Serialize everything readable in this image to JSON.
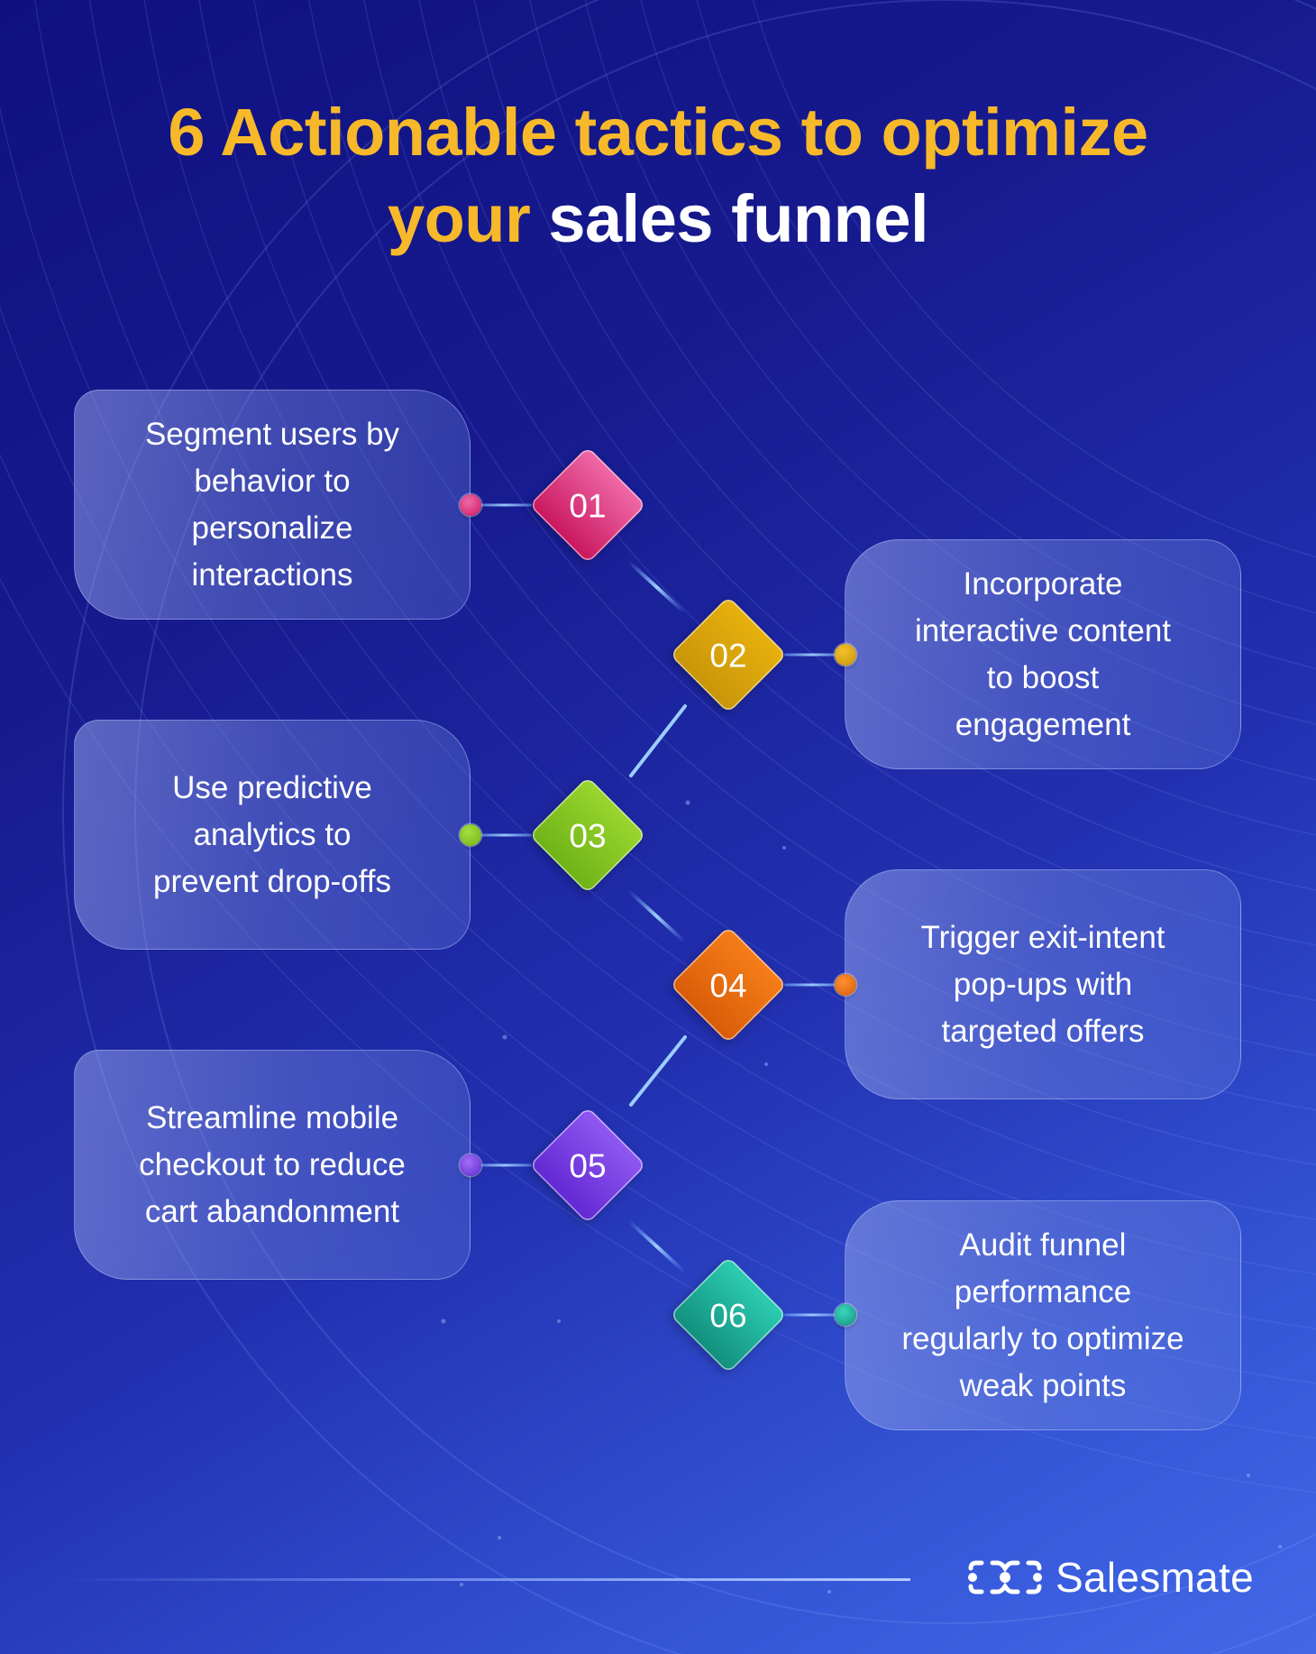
{
  "header": {
    "title_line1": "6 Actionable tactics to optimize",
    "title_line2_accent": "your",
    "title_line2_main": "sales funnel",
    "accent_color": "#f7b92a"
  },
  "steps": [
    {
      "number": "01",
      "text": "Segment users by\nbehavior to\npersonalize\ninteractions",
      "side": "left",
      "color_top": "#c9175d",
      "color_bottom": "#f06aa9"
    },
    {
      "number": "02",
      "text": "Incorporate\ninteractive content\nto boost\nengagement",
      "side": "right",
      "color_top": "#c8950a",
      "color_bottom": "#e8b10c"
    },
    {
      "number": "03",
      "text": "Use predictive\nanalytics to\nprevent drop-offs",
      "side": "left",
      "color_top": "#6fb317",
      "color_bottom": "#9ad62e"
    },
    {
      "number": "04",
      "text": "Trigger exit-intent\npop-ups with\ntargeted offers",
      "side": "right",
      "color_top": "#d85c08",
      "color_bottom": "#f67e18"
    },
    {
      "number": "05",
      "text": "Streamline mobile\ncheckout to reduce\ncart abandonment",
      "side": "left",
      "color_top": "#6228d2",
      "color_bottom": "#9058f2"
    },
    {
      "number": "06",
      "text": "Audit funnel\nperformance\nregularly to optimize\nweak points",
      "side": "right",
      "color_top": "#138f7e",
      "color_bottom": "#2ccdb2"
    }
  ],
  "footer": {
    "brand_name": "Salesmate",
    "logo_icon": "salesmate-chain-logo"
  }
}
